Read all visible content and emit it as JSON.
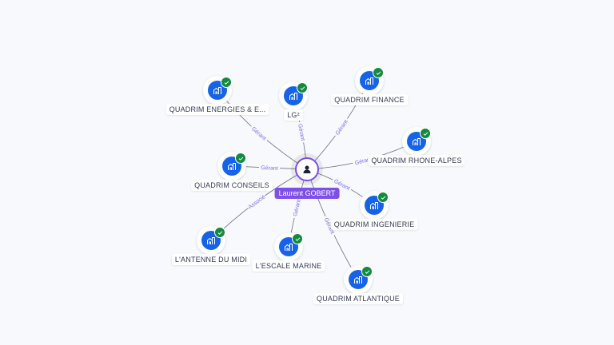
{
  "center": {
    "name": "Laurent GOBERT",
    "icon": "person-icon",
    "color": "#7d50ea"
  },
  "nodes": [
    {
      "label": "QUADRIM ENERGIES & E...",
      "relation": "Gérant"
    },
    {
      "label": "LG²",
      "relation": "Gérant"
    },
    {
      "label": "QUADRIM FINANCE",
      "relation": "Gérant"
    },
    {
      "label": "QUADRIM RHONE-ALPES",
      "relation": "Gérant"
    },
    {
      "label": "QUADRIM CONSEILS",
      "relation": "Gérant"
    },
    {
      "label": "QUADRIM INGENIERIE",
      "relation": "Gérant"
    },
    {
      "label": "L'ANTENNE DU MIDI",
      "relation": "Associé"
    },
    {
      "label": "L'ESCALE MARINE",
      "relation": "Gérant"
    },
    {
      "label": "QUADRIM ATLANTIQUE",
      "relation": "Gérant"
    }
  ],
  "colors": {
    "company": "#1663e8",
    "verified": "#138a3f",
    "edge": "#6b6f80"
  }
}
